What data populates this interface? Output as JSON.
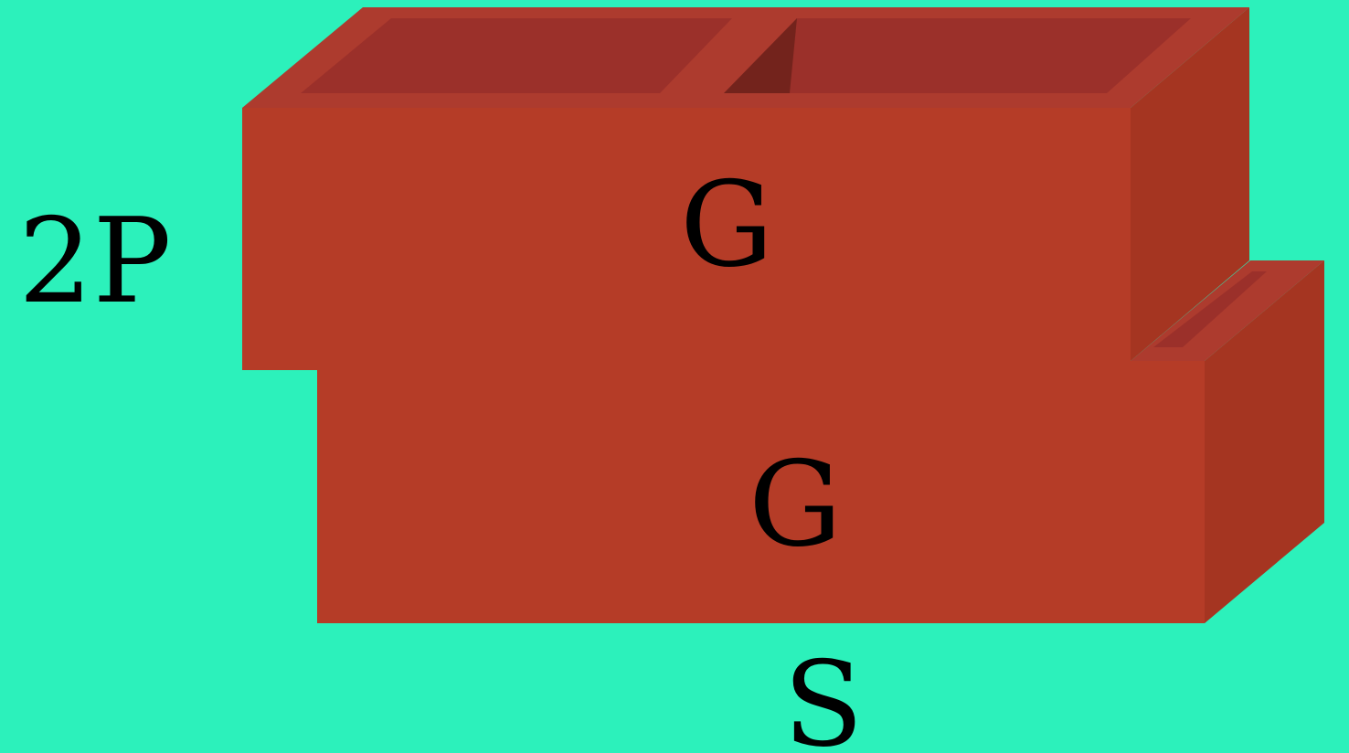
{
  "labels": {
    "side_label": "2P",
    "top_brick_label": "G",
    "bottom_brick_label": "G",
    "bottom_label": "S"
  },
  "colors": {
    "background": "#2cf1bb",
    "brick_front": "#b53c27",
    "brick_side": "#a53521",
    "brick_top": "#ad3b2e",
    "brick_cavity": "#9b302a",
    "brick_cavity_shadow": "#73231c",
    "text": "#000000"
  }
}
